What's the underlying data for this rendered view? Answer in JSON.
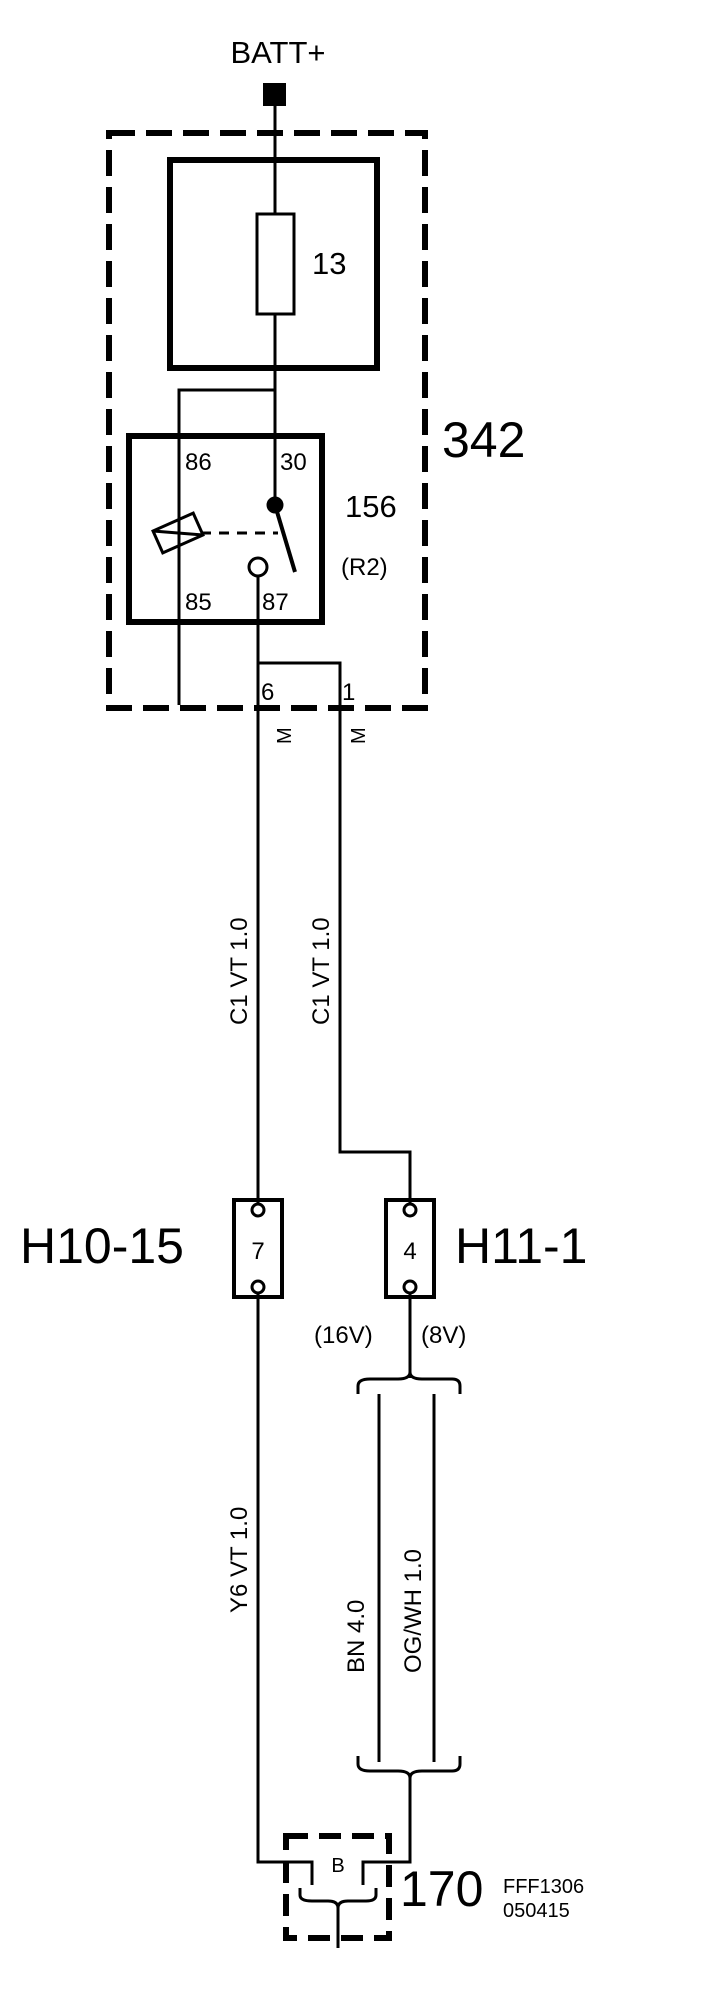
{
  "power": {
    "label": "BATT+"
  },
  "module": {
    "id": "342"
  },
  "fuse": {
    "id": "13"
  },
  "relay": {
    "id": "156",
    "code": "(R2)",
    "pins": {
      "p86": "86",
      "p30": "30",
      "p85": "85",
      "p87": "87"
    }
  },
  "module_pins": {
    "left": "6",
    "right": "1",
    "left_conn": "M",
    "right_conn": "M"
  },
  "wires": {
    "left_upper": "C1  VT  1.0",
    "right_upper": "C1  VT  1.0",
    "left_lower": "Y6  VT  1.0",
    "bn": "BN  4.0",
    "ogwh": "OG/WH  1.0"
  },
  "connectors": {
    "left": {
      "name": "H10-15",
      "pin": "7"
    },
    "right": {
      "name": "H11-1",
      "pin": "4"
    }
  },
  "variants": {
    "v16": "(16V)",
    "v8": "(8V)"
  },
  "component": {
    "id": "170",
    "pin": "B"
  },
  "ref": {
    "code": "FFF1306",
    "date": "050415"
  }
}
